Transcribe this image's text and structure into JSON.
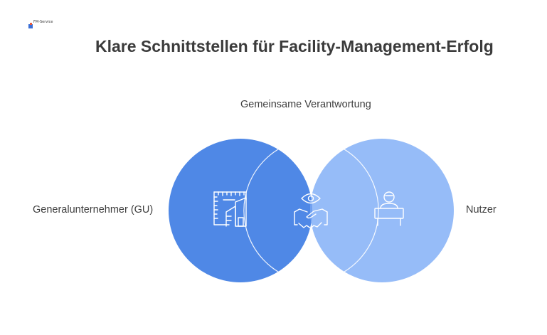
{
  "title": "Klare Schnittstellen für Facility-Management-Erfolg",
  "logo": {
    "text": "FM-Service",
    "icon": "company-logo"
  },
  "diagram": {
    "type": "venn",
    "sets": [
      {
        "label": "Generalunternehmer (GU)",
        "color": "#4f88e6",
        "icon": "building-plan-icon"
      },
      {
        "label": "Nutzer",
        "color": "#96bcf8",
        "icon": "person-at-desk-icon"
      }
    ],
    "intersection": {
      "label": "Gemeinsame Verantwortung",
      "color": "#6f9ff0",
      "icon": "eye-handshake-icon"
    }
  }
}
